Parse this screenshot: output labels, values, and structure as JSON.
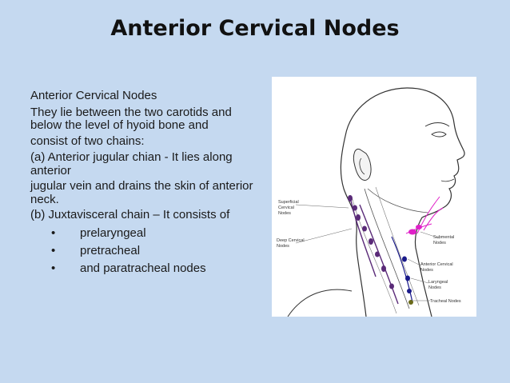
{
  "title": "Anterior Cervical Nodes",
  "body": {
    "lines": [
      "Anterior Cervical Nodes",
      "They lie between the two carotids and below the level of hyoid bone and",
      "consist of two chains:",
      "(a) Anterior jugular chian - It lies along anterior",
      "jugular vein and drains the skin of anterior neck.",
      "(b) Juxtavisceral chain – It consists of"
    ],
    "bullets": [
      "prelaryngeal",
      "pretracheal",
      "and paratracheal nodes"
    ]
  },
  "figure": {
    "labels": {
      "superficial": [
        "Superficial",
        "Cervical",
        "Nodes"
      ],
      "deep": [
        "Deep Cervical",
        "Nodes"
      ],
      "submental": [
        "Submental",
        "Nodes"
      ],
      "anterior": [
        "Anterior Cervical",
        "Nodes"
      ],
      "laryngeal": [
        "Laryngeal",
        "Nodes"
      ],
      "tracheal": [
        "Tracheal Nodes"
      ]
    },
    "colors": {
      "node_purple": "#5a2a78",
      "node_magenta": "#e020c8",
      "node_blue": "#1a1a8a",
      "node_olive": "#6a6a1a"
    }
  }
}
